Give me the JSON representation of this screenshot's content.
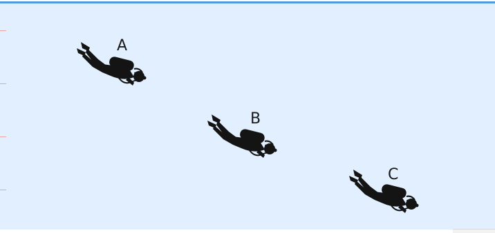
{
  "scene": {
    "water_color": "#e1efff",
    "surface_color": "#4f98e2",
    "depth_tick_color": "#e8a6a3"
  },
  "divers": [
    {
      "label": "A",
      "icon": "scuba-diver-icon"
    },
    {
      "label": "B",
      "icon": "scuba-diver-icon"
    },
    {
      "label": "C",
      "icon": "scuba-diver-icon"
    }
  ]
}
